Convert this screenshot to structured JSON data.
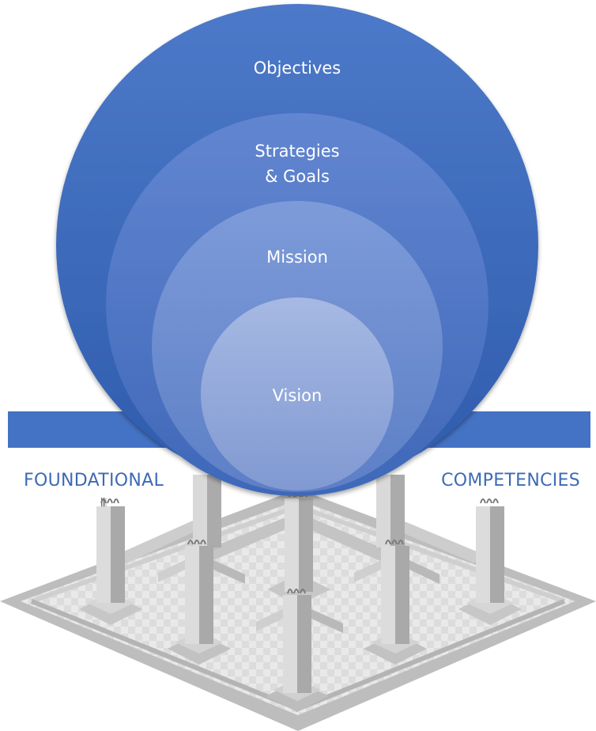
{
  "diagram": {
    "circles": [
      {
        "key": "objectives",
        "lines": [
          "Objectives"
        ]
      },
      {
        "key": "strategies",
        "lines": [
          "Strategies",
          "& Goals"
        ]
      },
      {
        "key": "mission",
        "lines": [
          "Mission"
        ]
      },
      {
        "key": "vision",
        "lines": [
          "Vision"
        ]
      }
    ],
    "foundation": {
      "left_label": "FOUNDATIONAL",
      "right_label": "COMPETENCIES"
    }
  },
  "colors": {
    "band": "#4472c4",
    "label_text": "#3e6ab5",
    "circle_objectives_top": "#4d79c9",
    "circle_objectives_bottom": "#2f5cad",
    "circle_strategies_top": "#6286d1",
    "circle_strategies_bottom": "#3f68b8",
    "circle_mission_top": "#7d9bd9",
    "circle_mission_bottom": "#5d7fc6",
    "circle_vision_top": "#a6b9e3",
    "circle_vision_bottom": "#8199d2",
    "platform_light": "#e6e6e6",
    "platform_mid": "#c9c9c9",
    "pillar_light": "#d9d9d9",
    "pillar_dark": "#a8a8a8"
  }
}
